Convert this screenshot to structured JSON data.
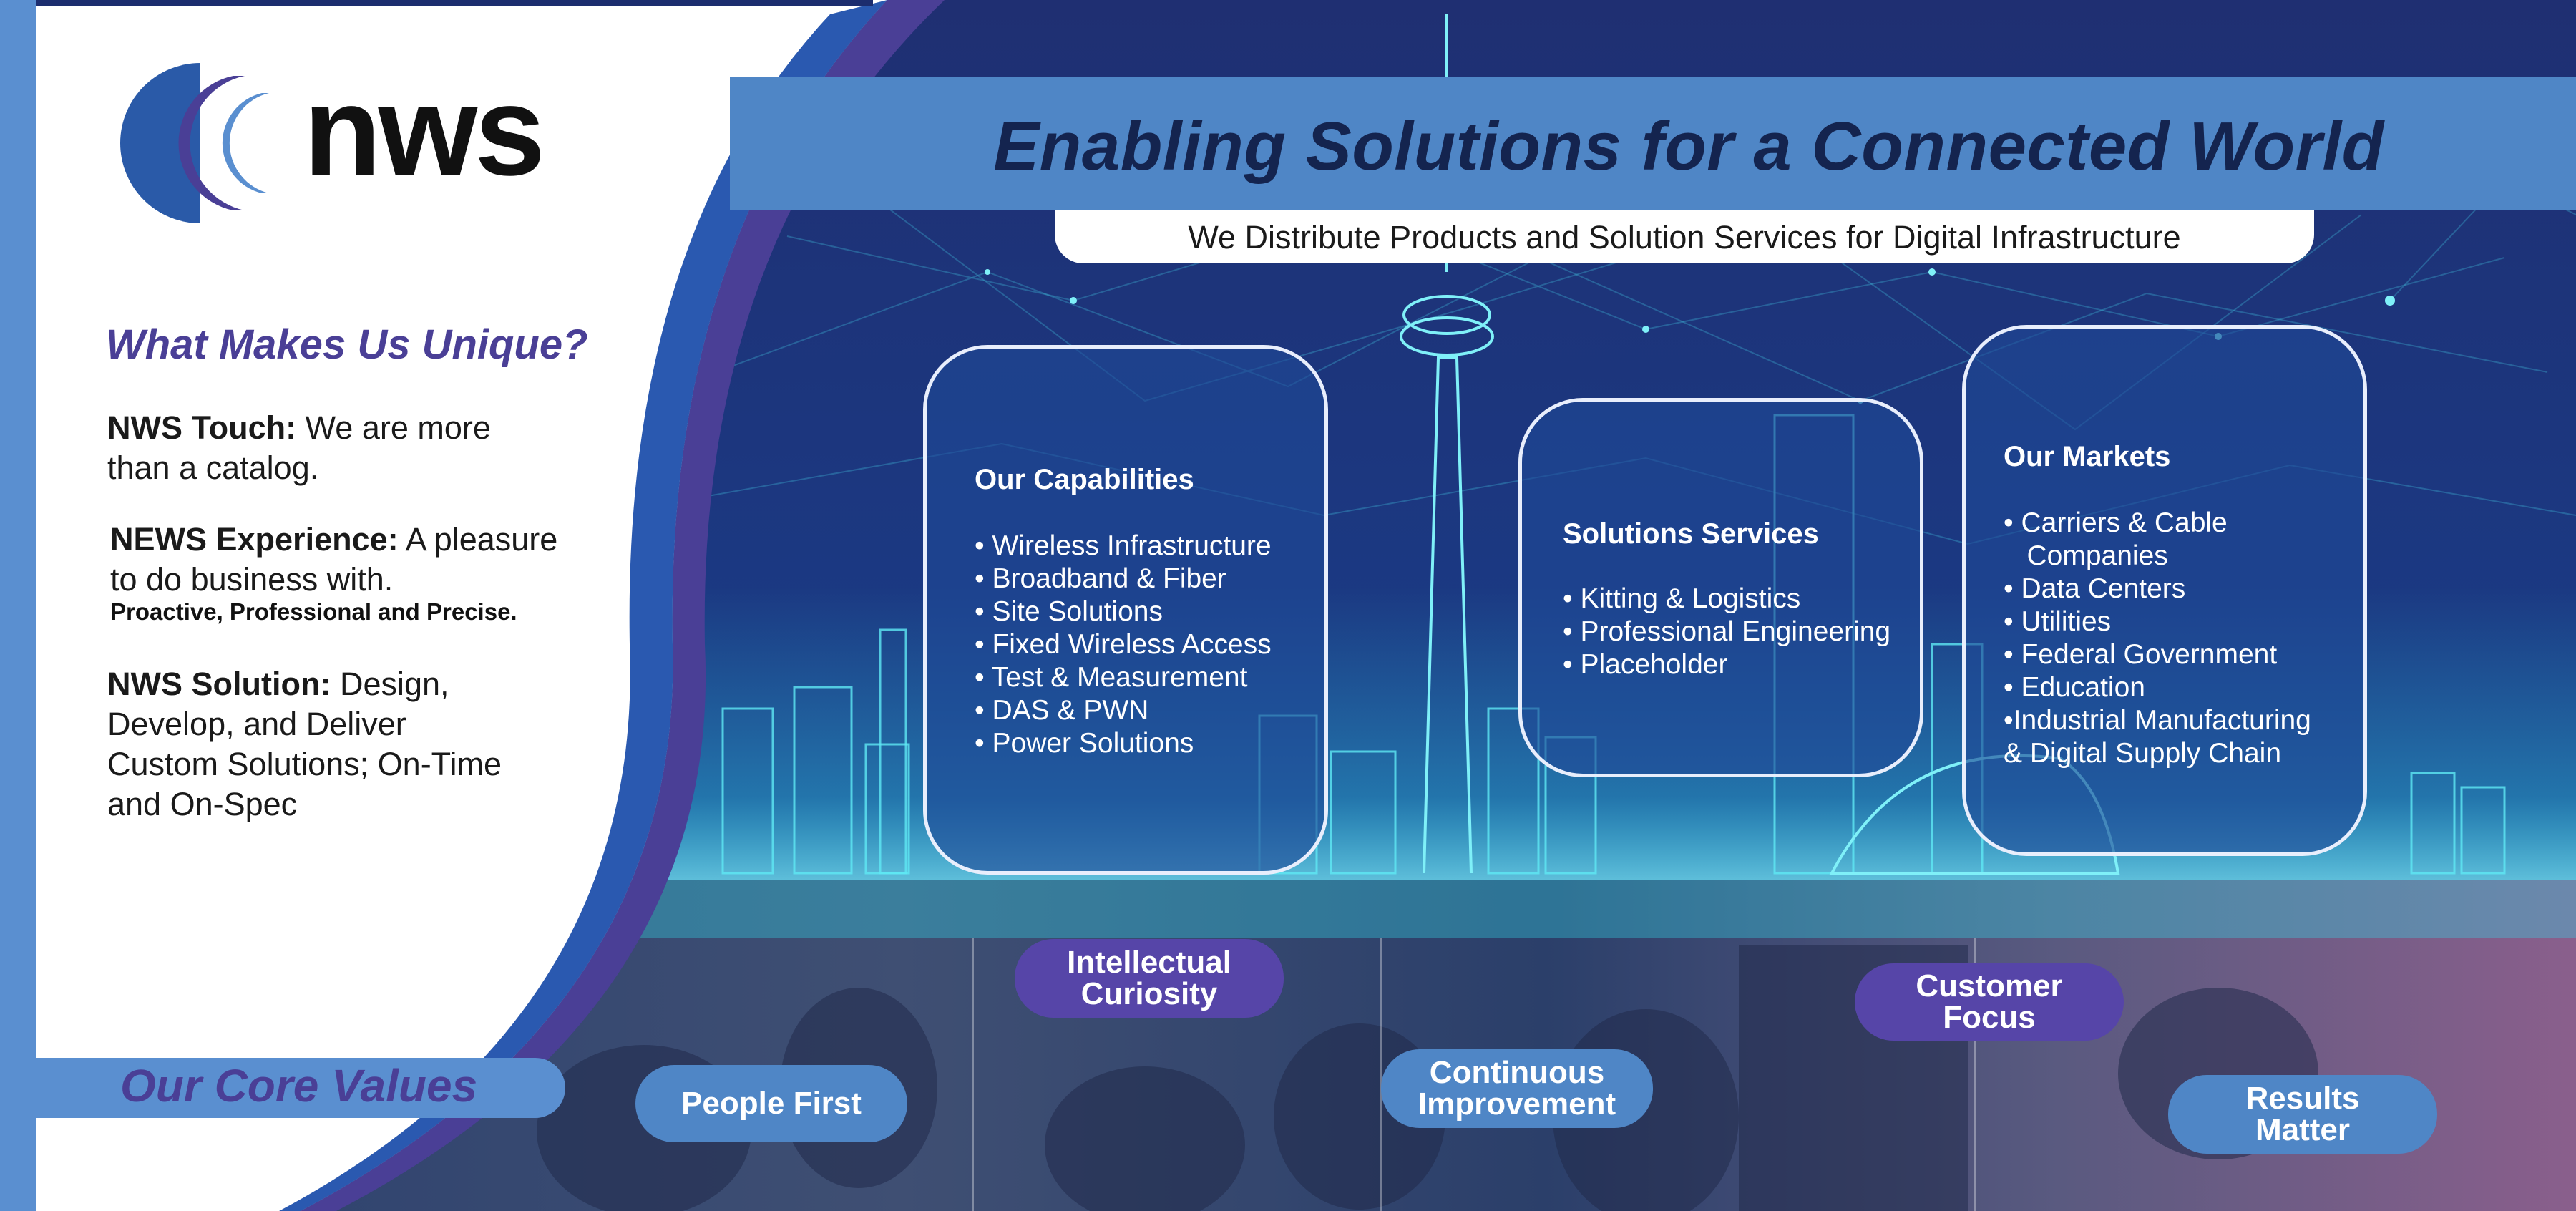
{
  "brand": {
    "logo_text": "nws",
    "colors": {
      "navy": "#1c2d6e",
      "banner": "#4f86c6",
      "purple": "#4a3f96",
      "cyan": "#34d8e8"
    }
  },
  "header": {
    "headline": "Enabling Solutions for a Connected World",
    "subline": "We Distribute Products and Solution Services for Digital Infrastructure"
  },
  "unique": {
    "title": "What Makes Us Unique?",
    "touch_label": "NWS Touch:",
    "touch_line1": " We are more",
    "touch_line2": "than a catalog.",
    "experience_label": "NEWS Experience:",
    "experience_line1": " A pleasure",
    "experience_line2": "to do business with.",
    "experience_tagline": "Proactive, Professional and Precise.",
    "solution_label": "NWS Solution:",
    "solution_line1": " Design,",
    "solution_line2": "Develop, and Deliver",
    "solution_line3": "Custom Solutions; On-Time",
    "solution_line4": "and On-Spec"
  },
  "boxes": {
    "capabilities": {
      "title": "Our Capabilities",
      "items": [
        "• Wireless Infrastructure",
        "• Broadband & Fiber",
        "• Site Solutions",
        "• Fixed Wireless Access",
        "• Test & Measurement",
        "• DAS & PWN",
        "• Power Solutions"
      ]
    },
    "services": {
      "title": "Solutions Services",
      "items": [
        "• Kitting & Logistics",
        "• Professional Engineering",
        "• Placeholder"
      ]
    },
    "markets": {
      "title": "Our Markets",
      "items": [
        "• Carriers & Cable",
        "   Companies",
        "• Data Centers",
        "• Utilities",
        "• Federal Government",
        "• Education",
        "•Industrial Manufacturing",
        "& Digital Supply Chain"
      ]
    }
  },
  "core_values": {
    "title": "Our Core Values",
    "people_first": "People First",
    "intellectual_1": "Intellectual",
    "intellectual_2": "Curiosity",
    "continuous_1": "Continuous",
    "continuous_2": "Improvement",
    "customer_1": "Customer",
    "customer_2": "Focus",
    "results_1": "Results",
    "results_2": "Matter"
  }
}
